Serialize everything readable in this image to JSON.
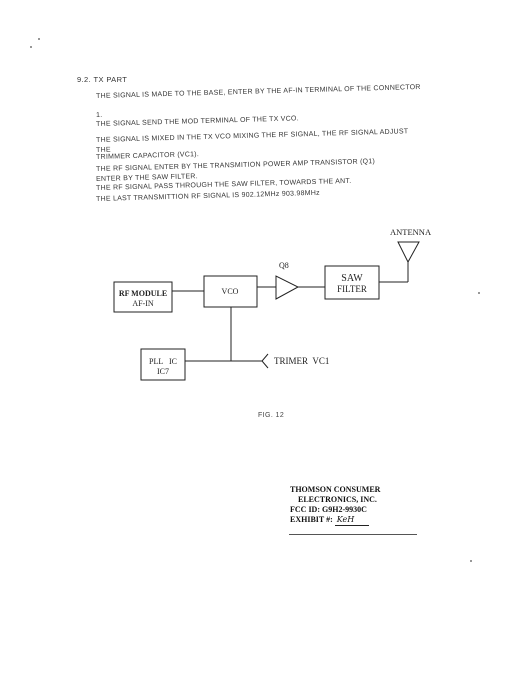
{
  "section": {
    "heading": "9.2. TX PART"
  },
  "body_lines": [
    "THE SIGNAL IS MADE TO THE BASE, ENTER BY THE AF-IN TERMINAL OF THE CONNECTOR",
    "1.",
    "THE SIGNAL SEND THE MOD TERMINAL OF THE TX VCO.",
    "THE SIGNAL IS MIXED IN THE TX VCO MIXING THE RF SIGNAL, THE RF SIGNAL ADJUST",
    "THE",
    "TRIMMER CAPACITOR (VC1).",
    "THE RF SIGNAL ENTER BY THE TRANSMITION POWER AMP TRANSISTOR (Q1)",
    "ENTER BY THE SAW FILTER.",
    "THE RF SIGNAL PASS THROUGH THE SAW FILTER, TOWARDS THE ANT.",
    "THE LAST TRANSMITTION RF SIGNAL IS 902.12MHz   903.98MHz"
  ],
  "diagram": {
    "rf_module_line1": "RF MODULE",
    "rf_module_line2": "AF-IN",
    "vco": "VCO",
    "amp_label": "Q8",
    "saw_line1": "SAW",
    "saw_line2": "FILTER",
    "antenna": "ANTENNA",
    "pll_line1": "PLL   IC",
    "pll_line2": "IC7",
    "trimmer": "TRIMER  VC1"
  },
  "figure_caption": "FIG. 12",
  "stamp": {
    "line1": "THOMSON CONSUMER",
    "line2": "ELECTRONICS, INC.",
    "line3": "FCC ID: G9H2-9930C",
    "exhibit_label": "EXHIBIT #:",
    "exhibit_value": "KeH"
  }
}
